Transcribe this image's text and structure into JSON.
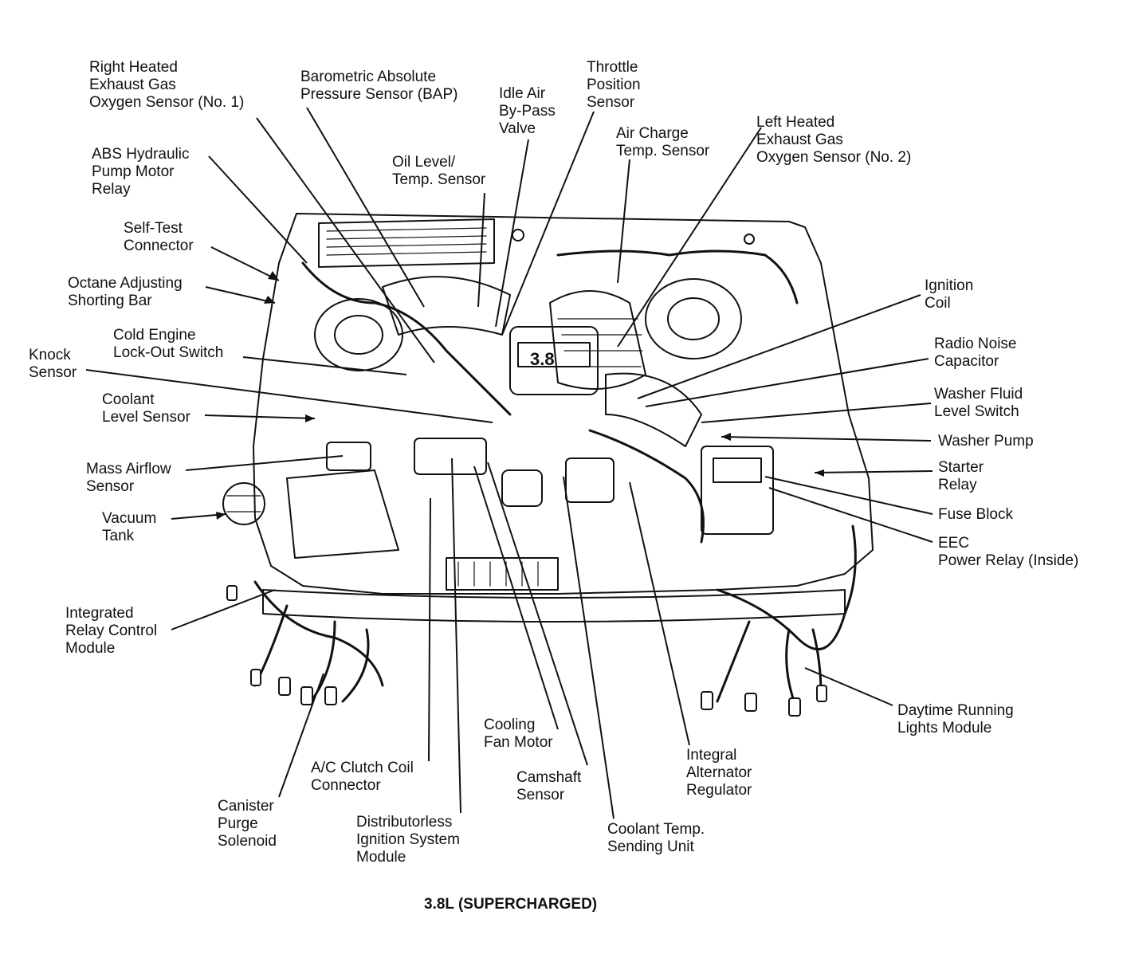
{
  "caption": "3.8L (SUPERCHARGED)",
  "engine_badge": "3.8",
  "labels": {
    "right_o2": [
      "Right Heated",
      "Exhaust Gas",
      "Oxygen Sensor (No. 1)"
    ],
    "bap": [
      "Barometric Absolute",
      "Pressure Sensor (BAP)"
    ],
    "idle_air": [
      "Idle Air",
      "By-Pass",
      "Valve"
    ],
    "throttle": [
      "Throttle",
      "Position",
      "Sensor"
    ],
    "air_charge": [
      "Air Charge",
      "Temp. Sensor"
    ],
    "left_o2": [
      "Left Heated",
      "Exhaust Gas",
      "Oxygen Sensor (No. 2)"
    ],
    "abs_relay": [
      "ABS Hydraulic",
      "Pump Motor",
      "Relay"
    ],
    "oil_level": [
      "Oil Level/",
      "Temp. Sensor"
    ],
    "self_test": [
      "Self-Test",
      "Connector"
    ],
    "octane": [
      "Octane Adjusting",
      "Shorting Bar"
    ],
    "ignition_coil": [
      "Ignition",
      "Coil"
    ],
    "cold_engine": [
      "Cold Engine",
      "Lock-Out Switch"
    ],
    "knock": [
      "Knock",
      "Sensor"
    ],
    "radio_noise": [
      "Radio Noise",
      "Capacitor"
    ],
    "coolant_level": [
      "Coolant",
      "Level Sensor"
    ],
    "washer_fluid": [
      "Washer Fluid",
      "Level Switch"
    ],
    "washer_pump": [
      "Washer Pump"
    ],
    "mass_airflow": [
      "Mass Airflow",
      "Sensor"
    ],
    "starter_relay": [
      "Starter",
      "Relay"
    ],
    "vacuum_tank": [
      "Vacuum",
      "Tank"
    ],
    "fuse_block": [
      "Fuse Block"
    ],
    "eec_relay": [
      "EEC",
      "Power Relay (Inside)"
    ],
    "integrated_relay": [
      "Integrated",
      "Relay Control",
      "Module"
    ],
    "drl_module": [
      "Daytime Running",
      "Lights Module"
    ],
    "cooling_fan": [
      "Cooling",
      "Fan Motor"
    ],
    "integral_alt": [
      "Integral",
      "Alternator",
      "Regulator"
    ],
    "ac_clutch": [
      "A/C Clutch Coil",
      "Connector"
    ],
    "camshaft": [
      "Camshaft",
      "Sensor"
    ],
    "canister": [
      "Canister",
      "Purge",
      "Solenoid"
    ],
    "dis_module": [
      "Distributorless",
      "Ignition System",
      "Module"
    ],
    "coolant_temp": [
      "Coolant Temp.",
      "Sending Unit"
    ]
  },
  "colors": {
    "ink": "#111111",
    "paper": "#ffffff"
  }
}
